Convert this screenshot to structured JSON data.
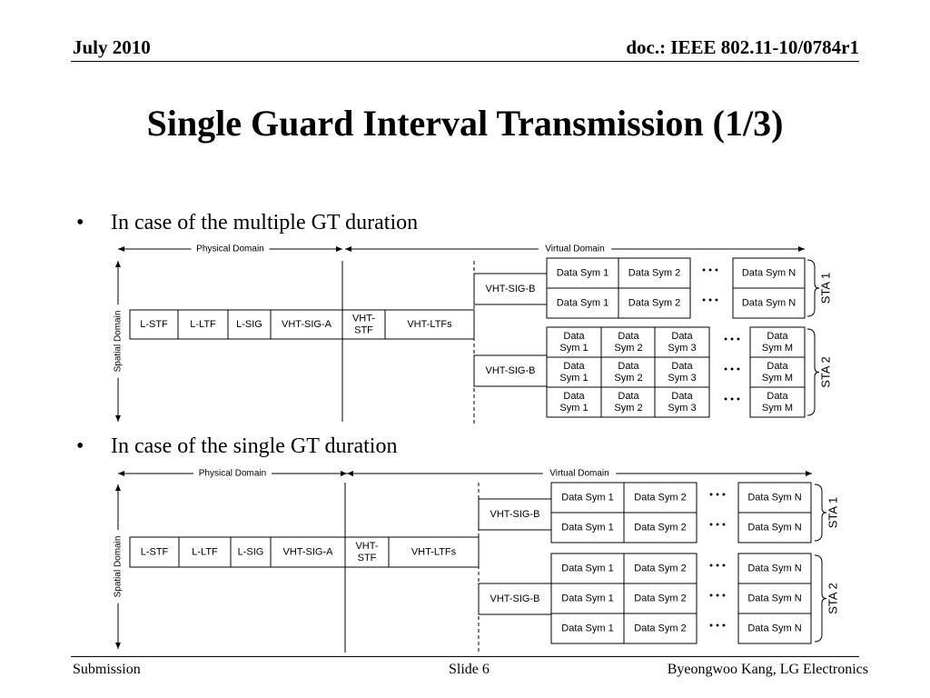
{
  "header": {
    "date": "July 2010",
    "doc": "doc.: IEEE 802.11-10/0784r1"
  },
  "title": "Single Guard Interval Transmission (1/3)",
  "bullets": [
    "In case of the multiple GT duration",
    "In case of the single GT duration"
  ],
  "footer": {
    "left": "Submission",
    "center": "Slide 6",
    "right": "Byeongwoo Kang, LG Electronics"
  },
  "bullet_char": "•",
  "diagram1": {
    "physical_domain": "Physical Domain",
    "virtual_domain": "Virtual Domain",
    "spatial_domain": "Spatial Domain",
    "preamble": [
      "L-STF",
      "L-LTF",
      "L-SIG",
      "VHT-SIG-A",
      "VHT-\nSTF",
      "VHT-LTFs"
    ],
    "sig_b": "VHT-SIG-B",
    "ellipsis": "• • •",
    "sta1": {
      "label": "STA 1",
      "rows": [
        [
          "Data Sym 1",
          "Data Sym 2",
          "Data Sym N"
        ],
        [
          "Data Sym 1",
          "Data Sym 2",
          "Data Sym N"
        ]
      ]
    },
    "sta2": {
      "label": "STA 2",
      "rows": [
        [
          "Data\nSym 1",
          "Data\nSym 2",
          "Data\nSym 3",
          "Data\nSym M"
        ],
        [
          "Data\nSym 1",
          "Data\nSym 2",
          "Data\nSym 3",
          "Data\nSym M"
        ],
        [
          "Data\nSym 1",
          "Data\nSym 2",
          "Data\nSym 3",
          "Data\nSym M"
        ]
      ]
    }
  },
  "diagram2": {
    "physical_domain": "Physical Domain",
    "virtual_domain": "Virtual Domain",
    "spatial_domain": "Spatial Domain",
    "preamble": [
      "L-STF",
      "L-LTF",
      "L-SIG",
      "VHT-SIG-A",
      "VHT-\nSTF",
      "VHT-LTFs"
    ],
    "sig_b": "VHT-SIG-B",
    "ellipsis": "• • •",
    "sta1": {
      "label": "STA 1",
      "rows": [
        [
          "Data Sym 1",
          "Data Sym 2",
          "Data Sym N"
        ],
        [
          "Data Sym 1",
          "Data Sym 2",
          "Data Sym N"
        ]
      ]
    },
    "sta2": {
      "label": "STA 2",
      "rows": [
        [
          "Data Sym 1",
          "Data Sym 2",
          "Data Sym N"
        ],
        [
          "Data Sym 1",
          "Data Sym 2",
          "Data Sym N"
        ],
        [
          "Data Sym 1",
          "Data Sym 2",
          "Data Sym N"
        ]
      ]
    }
  }
}
